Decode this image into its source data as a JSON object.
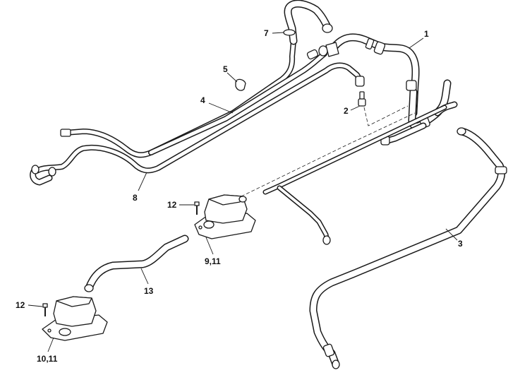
{
  "colors": {
    "line": "#1a1a1a",
    "background": "#ffffff"
  },
  "callouts": {
    "c1": "1",
    "c2": "2",
    "c3": "3",
    "c4": "4",
    "c5": "5",
    "c7": "7",
    "c8": "8",
    "c12a": "12",
    "c12b": "12",
    "c13": "13",
    "c9_11": "9,11",
    "c10_11": "10,11"
  }
}
